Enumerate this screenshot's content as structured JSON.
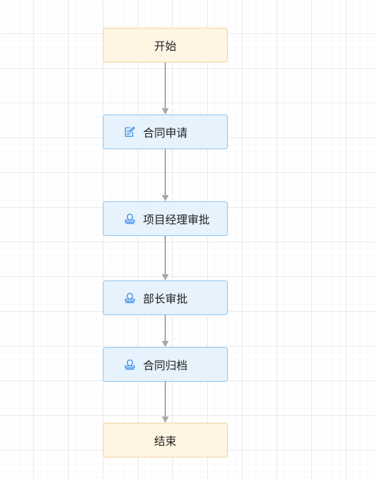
{
  "colors": {
    "terminal_fill": "#fff5e3",
    "terminal_border": "#f5d49a",
    "task_fill": "#e6f2fc",
    "task_border": "#8cc4ef",
    "icon": "#3a8ee6",
    "edge": "#a8a8a8"
  },
  "nodes": [
    {
      "id": "start",
      "type": "terminal",
      "label": "开始"
    },
    {
      "id": "apply",
      "type": "task",
      "icon": "form-edit-icon",
      "label": "合同申请"
    },
    {
      "id": "pm_approve",
      "type": "task",
      "icon": "stamp-icon",
      "label": "项目经理审批"
    },
    {
      "id": "dept_approve",
      "type": "task",
      "icon": "stamp-icon",
      "label": "部长审批"
    },
    {
      "id": "archive",
      "type": "task",
      "icon": "stamp-icon",
      "label": "合同归档"
    },
    {
      "id": "end",
      "type": "terminal",
      "label": "结束"
    }
  ],
  "edges": [
    {
      "from": "start",
      "to": "apply"
    },
    {
      "from": "apply",
      "to": "pm_approve"
    },
    {
      "from": "pm_approve",
      "to": "dept_approve"
    },
    {
      "from": "dept_approve",
      "to": "archive"
    },
    {
      "from": "archive",
      "to": "end"
    }
  ]
}
